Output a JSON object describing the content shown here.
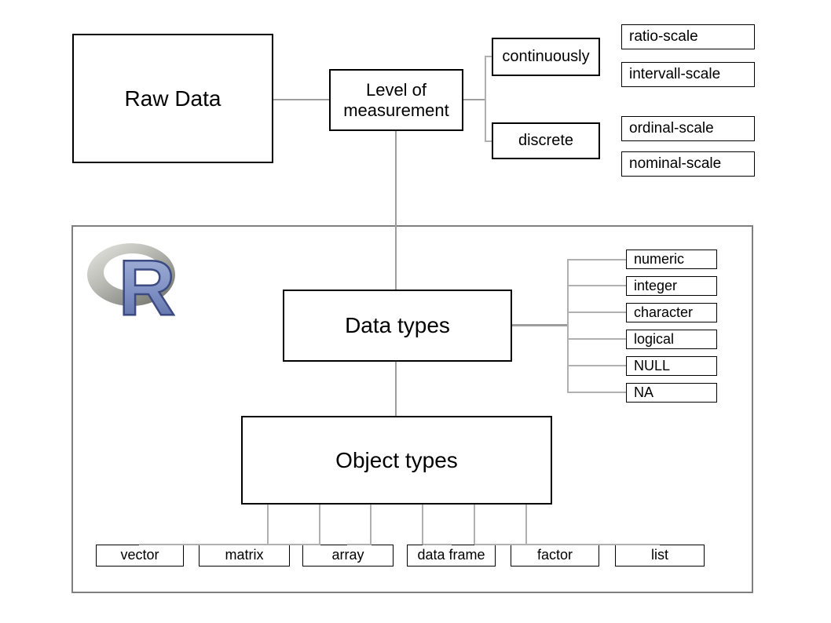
{
  "title": "R raw data, data types and object types diagram",
  "colors": {
    "background": "#ffffff",
    "box_border": "#000000",
    "container_border": "#7f7f7f",
    "connector": "#9d9d9d",
    "connector_light": "#b0b0b0",
    "text": "#000000",
    "logo_ring_light": "#e9e9e5",
    "logo_ring_mid": "#b9b9b3",
    "logo_ring_dark": "#6f6f69",
    "logo_r_light": "#aab8dd",
    "logo_r_dark": "#56689f",
    "logo_r_outline": "#3b4a80"
  },
  "nodes": {
    "raw_data": "Raw Data",
    "level_of_measurement": "Level of measurement",
    "continuously": "continuously",
    "discrete": "discrete",
    "data_types": "Data types",
    "object_types": "Object types"
  },
  "scales": [
    "ratio-scale",
    "intervall-scale",
    "ordinal-scale",
    "nominal-scale"
  ],
  "data_type_items": [
    "numeric",
    "integer",
    "character",
    "logical",
    "NULL",
    "NA"
  ],
  "object_type_items": [
    "vector",
    "matrix",
    "array",
    "data frame",
    "factor",
    "list"
  ],
  "logo": {
    "letter": "R",
    "name": "R language logo"
  }
}
